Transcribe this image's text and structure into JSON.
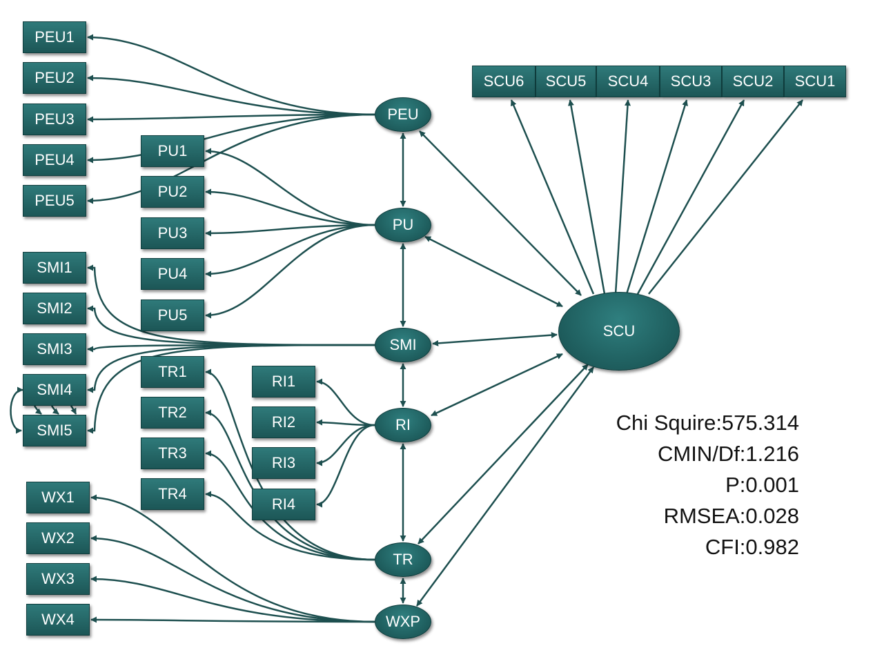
{
  "colors": {
    "node_fill": "#1f5f5f",
    "line": "#1d4f4f",
    "text": "#ffffff",
    "stats_text": "#111111"
  },
  "latent": {
    "peu": "PEU",
    "pu": "PU",
    "smi": "SMI",
    "ri": "RI",
    "tr": "TR",
    "wxp": "WXP",
    "scu": "SCU"
  },
  "indicators": {
    "peu": [
      "PEU1",
      "PEU2",
      "PEU3",
      "PEU4",
      "PEU5"
    ],
    "pu": [
      "PU1",
      "PU2",
      "PU3",
      "PU4",
      "PU5"
    ],
    "smi": [
      "SMI1",
      "SMI2",
      "SMI3",
      "SMI4",
      "SMI5"
    ],
    "tr": [
      "TR1",
      "TR2",
      "TR3",
      "TR4"
    ],
    "ri": [
      "RI1",
      "RI2",
      "RI3",
      "RI4"
    ],
    "wx": [
      "WX1",
      "WX2",
      "WX3",
      "WX4"
    ],
    "scu": [
      "SCU6",
      "SCU5",
      "SCU4",
      "SCU3",
      "SCU2",
      "SCU1"
    ]
  },
  "stats": {
    "chi": "Chi Squire:575.314",
    "cmin": "CMIN/Df:1.216",
    "p": "P:0.001",
    "rmsea": "RMSEA:0.028",
    "cfi": "CFI:0.982"
  }
}
